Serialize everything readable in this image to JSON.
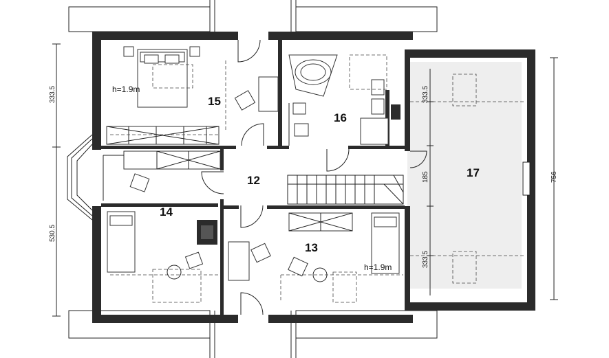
{
  "rooms": {
    "r12": "12",
    "r13": "13",
    "r14": "14",
    "r15": "15",
    "r16": "16",
    "r17": "17"
  },
  "notes": {
    "height_15": "h=1.9m",
    "height_13": "h=1.9m"
  },
  "dimensions": {
    "left_upper": "333.5",
    "left_lower": "530.5",
    "right_outer": "756",
    "room17_top": "333.5",
    "room17_mid": "185",
    "room17_bottom": "333.5"
  },
  "colors": {
    "wall": "#2b2b2b",
    "room17_fill": "#eeeeee"
  }
}
